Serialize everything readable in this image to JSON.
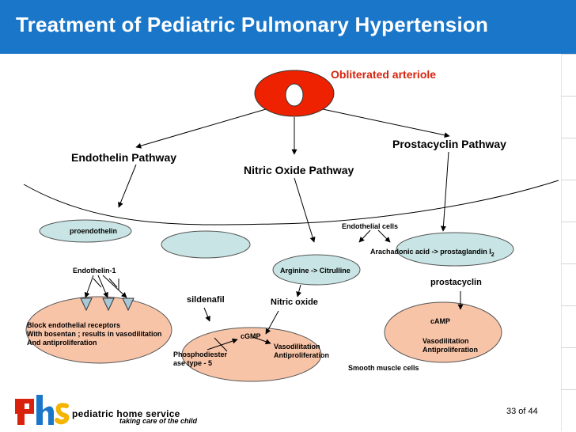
{
  "title": "Treatment of Pediatric Pulmonary Hypertension",
  "labels": {
    "obliterated_arteriole": "Obliterated arteriole",
    "endothelin_pathway": "Endothelin Pathway",
    "nitric_oxide_pathway": "Nitric Oxide Pathway",
    "prostacyclin_pathway": "Prostacyclin Pathway",
    "proendothelin": "proendothelin",
    "endothelial_cells": "Endothelial cells",
    "arachidonic_acid": "Arachadonic acid -> prostaglandin I",
    "arachidonic_sub": "2",
    "endothelin_1": "Endothelin-1",
    "arginine": "Arginine -> Citrulline",
    "prostacyclin": "prostacyclin",
    "sildenafil": "sildenafil",
    "nitric_oxide": "Nitric oxide",
    "camp": "cAMP",
    "block_receptors": [
      "Block endothelial receptors",
      "With bosentan ; results in vasodilitation",
      "And antiproliferation"
    ],
    "cgmp": "cGMP",
    "vasodilitation_left": [
      "Vasodilitation",
      "Antiproliferation"
    ],
    "vasodilitation_right": [
      "Vasodilitation",
      "Antiproliferation"
    ],
    "phosphodiesterase": [
      "Phosphodiester",
      "ase type - 5"
    ],
    "smooth_muscle": "Smooth muscle cells"
  },
  "logo": {
    "wordmark": "pediatric home service",
    "tagline": "taking care of the child"
  },
  "page": "33 of 44",
  "colors": {
    "header": "#1a76c8",
    "arteriole": "#ee2200",
    "cell_fill": "#c8e4e4",
    "smooth_fill": "#f8c4a8",
    "accent_red": "#d8220d"
  }
}
